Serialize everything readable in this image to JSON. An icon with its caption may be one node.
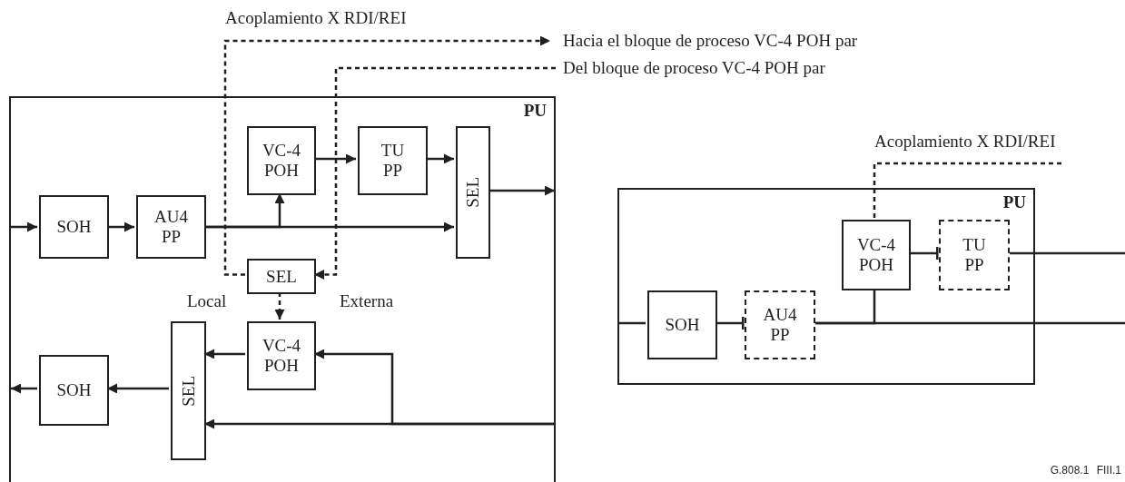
{
  "diagram": {
    "caption": "G.808.1 FIII.1",
    "nodes": [
      {
        "text": [
          "PU"
        ]
      },
      {
        "text": [
          "SOH"
        ],
        "in": 0
      },
      {
        "text": [
          "AU4 PP"
        ],
        "in": 0
      },
      {
        "text": [
          "VC-4 POH"
        ],
        "in": 0
      },
      {
        "text": [
          "TU PP"
        ],
        "in": 0
      },
      {
        "text": [
          "SEL"
        ],
        "in": 0
      },
      {
        "text": [
          "SEL"
        ],
        "in": 0,
        "beside": [
          "Local",
          "Externa"
        ]
      },
      {
        "text": [
          "VC-4 POH"
        ],
        "in": 0
      },
      {
        "text": [
          "SEL"
        ],
        "in": 0
      },
      {
        "text": [
          "SOH"
        ],
        "in": 0
      },
      {
        "text": [
          "Hacia el bloque de proceso VC-4 POH par"
        ]
      },
      {
        "text": [
          "Del bloque de proceso VC-4 POH par"
        ]
      },
      {
        "text": [
          "PU"
        ]
      },
      {
        "text": [
          "VC-4 POH"
        ],
        "in": 12
      },
      {
        "text": [
          "TU PP"
        ],
        "in": 12
      },
      {
        "text": [
          "SOH"
        ],
        "in": 12
      },
      {
        "text": [
          "AU4 PP"
        ],
        "in": 12
      }
    ],
    "edges": [
      {
        "from": null,
        "to": 1,
        "arrow": "to"
      },
      {
        "from": 1,
        "to": 2,
        "arrow": "to"
      },
      {
        "from": 2,
        "to": 5,
        "arrow": "to"
      },
      {
        "from": 2,
        "to": 3,
        "arrow": "to"
      },
      {
        "from": 3,
        "to": 4,
        "arrow": "to"
      },
      {
        "from": 4,
        "to": 5,
        "arrow": "to"
      },
      {
        "from": 5,
        "to": null,
        "arrow": "to"
      },
      {
        "from": 6,
        "to": 10,
        "arrow": "to",
        "style": "dashed",
        "label": "Acoplamiento X RDI/REI"
      },
      {
        "from": 11,
        "to": 6,
        "arrow": "to",
        "style": "dashed"
      },
      {
        "from": 6,
        "to": 7,
        "arrow": "to",
        "style": "dashed"
      },
      {
        "from": 7,
        "to": 8,
        "arrow": "to"
      },
      {
        "from": 8,
        "to": 9,
        "arrow": "to"
      },
      {
        "from": 9,
        "to": null,
        "arrow": "to"
      },
      {
        "from": null,
        "to": 8,
        "arrow": "to"
      },
      {
        "from": null,
        "to": 7,
        "arrow": "to"
      },
      {
        "from": null,
        "to": 15,
        "arrow": "none"
      },
      {
        "from": 15,
        "to": 16,
        "arrow": "other"
      },
      {
        "from": 16,
        "to": null,
        "arrow": "other"
      },
      {
        "from": 16,
        "to": 13,
        "arrow": "other"
      },
      {
        "from": 13,
        "to": 14,
        "arrow": "other"
      },
      {
        "from": 14,
        "to": null,
        "arrow": "other"
      },
      {
        "from": 13,
        "to": null,
        "arrow": "none",
        "style": "dashed",
        "label": "Acoplamiento X RDI/REI"
      }
    ]
  }
}
